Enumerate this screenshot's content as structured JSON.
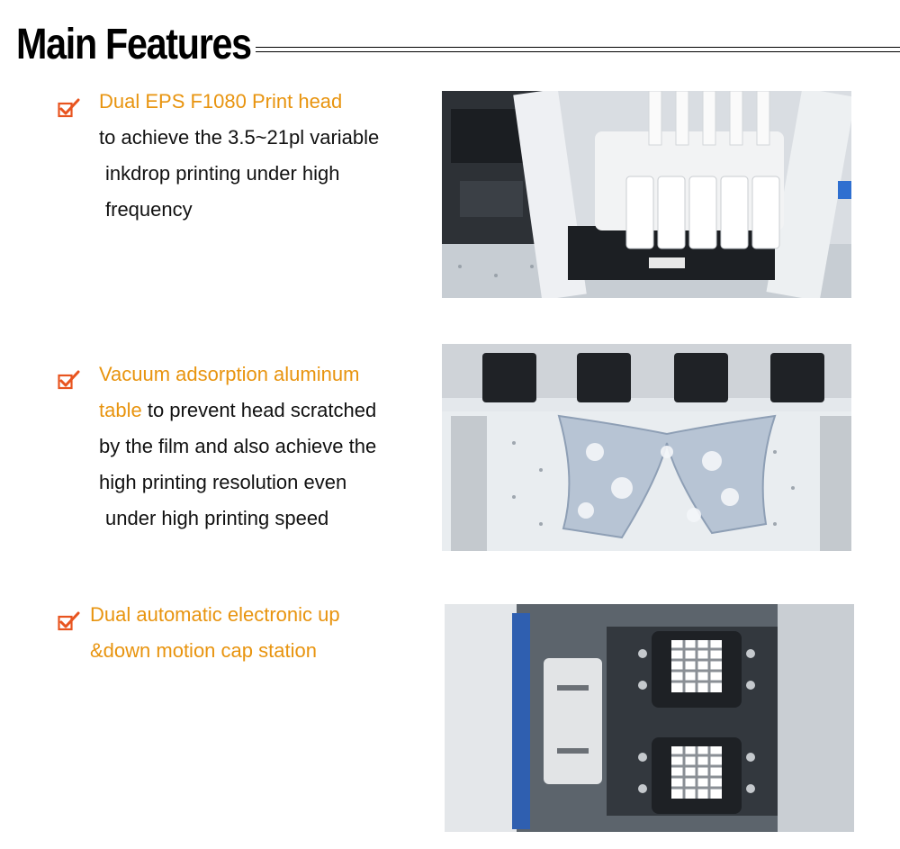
{
  "header": {
    "title": "Main Features"
  },
  "features": [
    {
      "highlight": "Dual EPS F1080 Print head",
      "lines": [
        "to achieve the 3.5~21pl variable",
        "inkdrop printing under high",
        "frequency"
      ],
      "icon": "checkbox-check-icon",
      "image": "print-head-photo"
    },
    {
      "highlight": "Vacuum adsorption aluminum",
      "highlight2": "table",
      "line2_rest": " to prevent head scratched",
      "lines": [
        "by the film and also achieve the",
        "high printing resolution even",
        "under high printing speed"
      ],
      "icon": "checkbox-check-icon",
      "image": "vacuum-table-photo"
    },
    {
      "highlight": "Dual automatic electronic up",
      "highlight2": "&down motion cap station",
      "icon": "checkbox-check-icon",
      "image": "cap-station-photo"
    }
  ],
  "colors": {
    "accent": "#e8940f",
    "check": "#e8541f",
    "text": "#111111"
  }
}
